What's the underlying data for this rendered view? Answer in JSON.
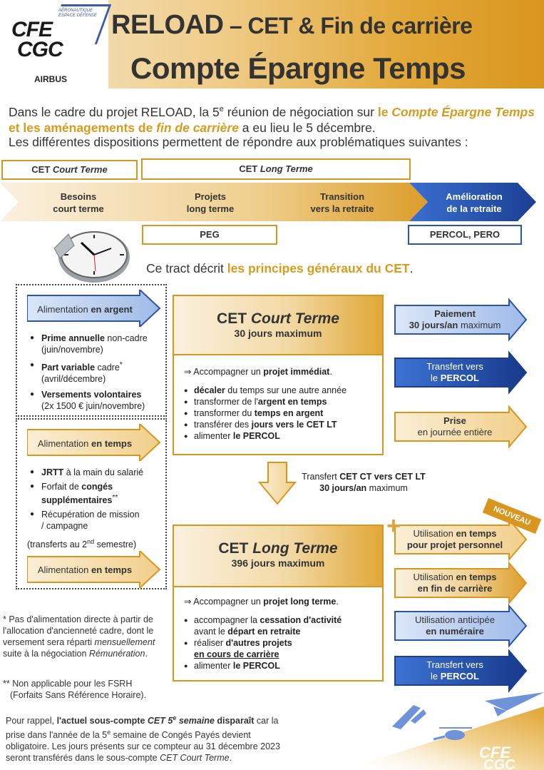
{
  "header": {
    "logo_line1": "CFE",
    "logo_line2": "CGC",
    "logo_wing_text": "AÉRONAUTIQUE ESPACE DÉFENSE",
    "logo_airbus": "AIRBUS",
    "title_main": "RELOAD",
    "title_dash": " – ",
    "title_rest": "CET & Fin de carrière",
    "title_2": "Compte Épargne Temps"
  },
  "intro": {
    "p1_a": "Dans le cadre du projet RELOAD, la 5",
    "p1_sup": "e",
    "p1_b": " réunion de négociation sur ",
    "p1_hl1": "le ",
    "p1_hl2": "Compte Épargne Temps",
    "p1_hl3": " et les aménagements de ",
    "p1_hl4": "fin de carrière",
    "p1_c": " a eu lieu le 5 décembre.",
    "p2": "Les différentes dispositions permettent de répondre aux problématiques suivantes :"
  },
  "top_boxes": {
    "cet_ct_a": "CET ",
    "cet_ct_b": "Court Terme",
    "cet_lt_a": "CET ",
    "cet_lt_b": "Long Terme",
    "peg": "PEG",
    "percol": "PERCOL, PERO"
  },
  "band": {
    "s1": "Besoins\ncourt terme",
    "s2": "Projets\nlong terme",
    "s3": "Transition\nvers la retraite",
    "s4": "Amélioration\nde la retraite"
  },
  "tract": {
    "a": "Ce tract décrit ",
    "b": "les principes généraux du CET",
    "c": "."
  },
  "left": {
    "alim_argent_a": "Alimentation ",
    "alim_argent_b": "en argent",
    "b1_a": "Prime annuelle",
    "b1_b": " non-cadre",
    "b1_c": "(juin/novembre)",
    "b2_a": "Part variable",
    "b2_b": " cadre",
    "b2_sup": "*",
    "b2_c": "(avril/décembre)",
    "b3_a": "Versements volontaires",
    "b3_c": "(2x 1500 € juin/novembre)",
    "alim_temps_a": "Alimentation ",
    "alim_temps_b": "en temps",
    "t1_a": "JRTT",
    "t1_b": " à la main du salarié",
    "t2_a": "Forfait de ",
    "t2_b": "congés supplémentaires",
    "t2_sup": "**",
    "t3": "Récupération de mission / campagne",
    "t4_a": "(transferts au 2",
    "t4_sup": "nd",
    "t4_b": " semestre)",
    "alim_temps2_a": "Alimentation ",
    "alim_temps2_b": "en temps"
  },
  "cet_ct": {
    "title_a": "CET ",
    "title_b": "Court Terme",
    "sub": "30 jours maximum",
    "lead_a": "⇒ Accompagner un ",
    "lead_b": "projet immédiat",
    "lead_c": ".",
    "i1_a": "décaler",
    "i1_b": " du temps sur une autre année",
    "i2_a": "transformer de l'",
    "i2_b": "argent en temps",
    "i3_a": "transformer du ",
    "i3_b": "temps en argent",
    "i4_a": "transférer des ",
    "i4_b": "jours vers le CET LT",
    "i5_a": "alimenter ",
    "i5_b": "le PERCOL"
  },
  "transfer": {
    "a": "Transfert ",
    "b": "CET CT vers CET LT",
    "c": "30 jours/an",
    "d": " maximum"
  },
  "cet_lt": {
    "title_a": "CET ",
    "title_b": "Long Terme",
    "sub": "396 jours maximum",
    "lead_a": "⇒ Accompagner un ",
    "lead_b": "projet long terme",
    "lead_c": ".",
    "i1_a": "accompagner la ",
    "i1_b": "cessation d'activité",
    "i1_c": "avant le ",
    "i1_d": "départ en retraite",
    "i2_a": "réaliser ",
    "i2_b": "d'autres projets",
    "i2_c": "en cours de carrière",
    "i3_a": "alimenter ",
    "i3_b": "le PERCOL"
  },
  "right": {
    "r1_a": "Paiement",
    "r1_b": "30 jours/an",
    "r1_c": " maximum",
    "r2_a": "Transfert vers",
    "r2_b": "le ",
    "r2_c": "PERCOL",
    "r3_a": "Prise",
    "r3_b": "en journée entière",
    "nouveau": "NOUVEAU",
    "r4_a": "Utilisation ",
    "r4_b": "en temps",
    "r4_c": "pour projet personnel",
    "r5_a": "Utilisation ",
    "r5_b": "en temps",
    "r5_c": "en fin de carrière",
    "r6_a": "Utilisation anticipée",
    "r6_b": "en numéraire",
    "r7_a": "Transfert vers",
    "r7_b": "le ",
    "r7_c": "PERCOL"
  },
  "footnotes": {
    "f1_star": "*",
    "f1_a": " Pas d'alimentation directe à partir de l'allocation d'ancienneté cadre, dont le versement sera réparti ",
    "f1_b": "mensuellement",
    "f1_c": " suite à la négociation ",
    "f1_d": "Rémunération",
    "f1_e": ".",
    "f2_a": "** Non applicable pour les FSRH",
    "f2_b": "(Forfaits Sans Référence Horaire)."
  },
  "reminder": {
    "a": "Pour rappel, ",
    "b": "l'actuel sous-compte ",
    "c": "CET 5",
    "c_sup": "e",
    "d": " semaine",
    "e": " disparaît",
    "f": " car la prise dans l'année de la 5",
    "f_sup": "e",
    "g": " semaine de Congés Payés devient obligatoire. Les jours présents sur ce compteur au 31 décembre 2023 seront transférés dans le sous-compte ",
    "h": "CET Court Terme",
    "i": "."
  },
  "colors": {
    "orange": "#d9961f",
    "blue": "#2b55a8",
    "light_blue": "#c9d8f2"
  }
}
